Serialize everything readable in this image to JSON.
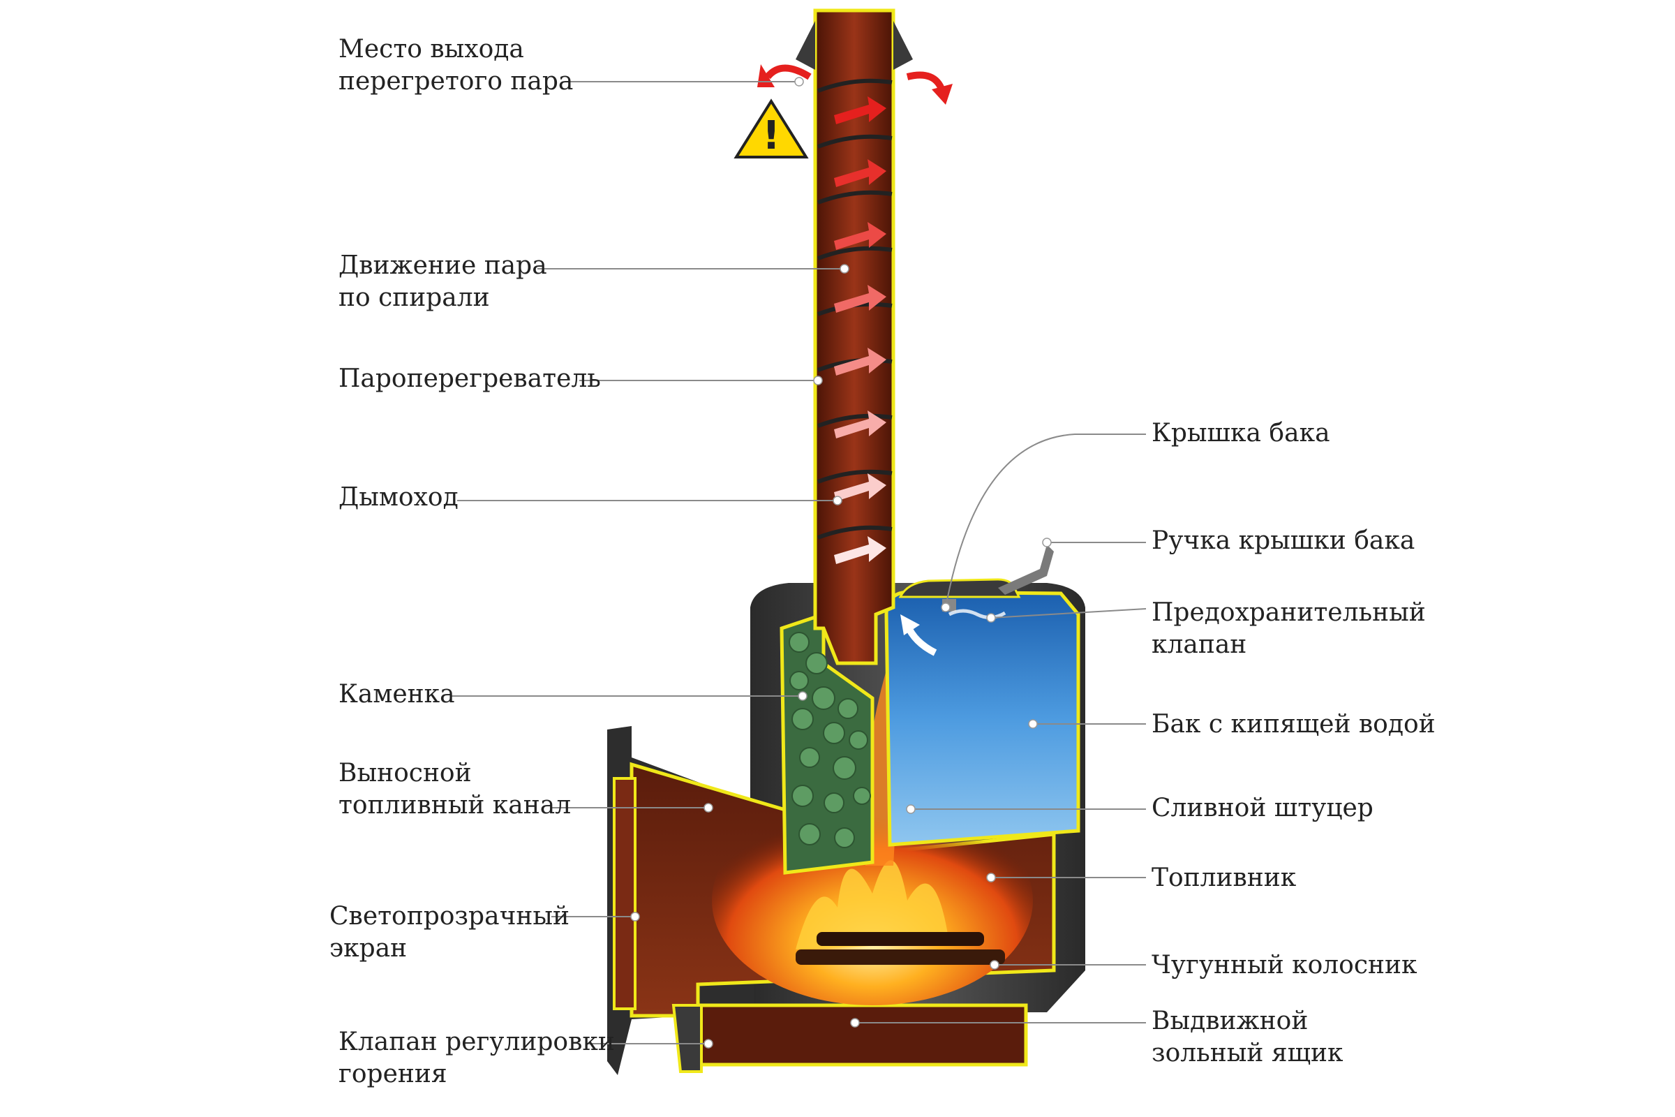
{
  "labels": {
    "steam_exit": [
      "Место выхода",
      "перегретого пара"
    ],
    "spiral_motion": [
      "Движение пара",
      "по спирали"
    ],
    "superheater": [
      "Пароперегреватель"
    ],
    "chimney": [
      "Дымоход"
    ],
    "stones": [
      "Каменка"
    ],
    "remote_fuel_channel": [
      "Выносной",
      "топливный канал"
    ],
    "glass_screen": [
      "Светопрозрачный",
      "экран"
    ],
    "combustion_valve": [
      "Клапан регулировки",
      "горения"
    ],
    "tank_lid": [
      "Крышка бака"
    ],
    "tank_lid_handle": [
      "Ручка крышки бака"
    ],
    "safety_valve": [
      "Предохранительный",
      "клапан"
    ],
    "boiling_tank": [
      "Бак с кипящей водой"
    ],
    "drain_fitting": [
      "Сливной штуцер"
    ],
    "firebox": [
      "Топливник"
    ],
    "grate": [
      "Чугунный колосник"
    ],
    "ash_drawer": [
      "Выдвижной",
      "зольный ящик"
    ]
  },
  "icons": {
    "warning": "warning-triangle-icon",
    "warning_mark": "!"
  },
  "colors": {
    "outline_yellow": "#f0e81a",
    "body_dark": "#3a3a3a",
    "interior_rust": "#7a2a14",
    "water_blue": "#2f7fd0",
    "stones_green": "#4d8a52",
    "flame_orange": "#ff8a1e",
    "steam_arrow_red": "#e5201e",
    "warning_yellow": "#ffd800"
  }
}
